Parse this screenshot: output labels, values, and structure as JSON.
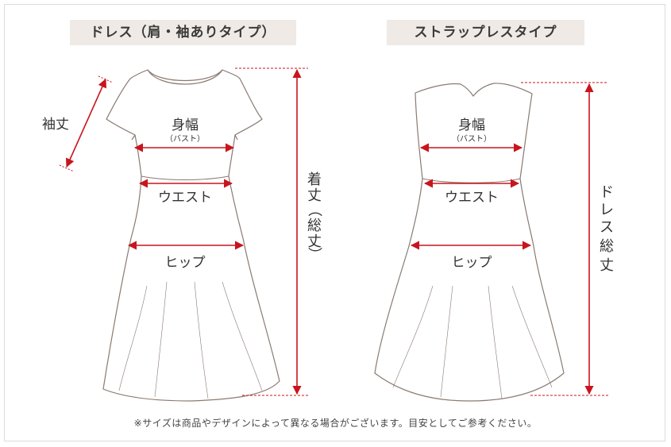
{
  "left": {
    "title": "ドレス（肩・袖ありタイプ）",
    "sleeve_label": "袖丈",
    "bust_label": "身幅",
    "bust_sub": "（バスト）",
    "waist_label": "ウエスト",
    "hip_label": "ヒップ",
    "length_label": [
      "着",
      "丈",
      "（",
      "総",
      "丈",
      "）"
    ]
  },
  "right": {
    "title": "ストラップレスタイプ",
    "bust_label": "身幅",
    "bust_sub": "（バスト）",
    "waist_label": "ウエスト",
    "hip_label": "ヒップ",
    "length_label": [
      "ド",
      "レ",
      "ス",
      "総",
      "丈"
    ]
  },
  "note": "※サイズは商品やデザインによって異なる場合がございます。目安としてご参考ください。",
  "colors": {
    "accent": "#c8151d",
    "outline": "#8a7a72",
    "tag_bg": "#efeae6"
  }
}
